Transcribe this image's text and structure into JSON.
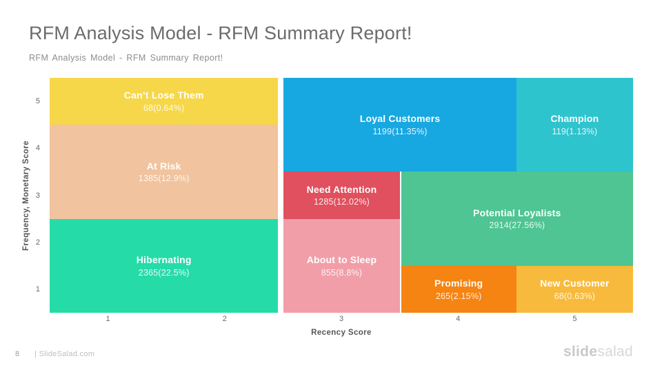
{
  "slide": {
    "title": "RFM Analysis Model - RFM Summary Report!",
    "subtitle": "RFM Analysis Model - RFM Summary Report!",
    "footer": {
      "page_number": "8",
      "site": "| SlideSalad.com"
    },
    "logo": {
      "bold_part": "slide",
      "light_part": "salad"
    }
  },
  "chart_data": {
    "type": "heatmap",
    "subtype": "rfm-segment-treemap",
    "title": "RFM Summary",
    "xlabel": "Recency Score",
    "ylabel": "Frequency, Monetary  Score",
    "x_ticks": [
      "1",
      "2",
      "3",
      "4",
      "5"
    ],
    "y_ticks_top_to_bottom": [
      "5",
      "4",
      "3",
      "2",
      "1"
    ],
    "x_range": [
      1,
      5
    ],
    "y_range": [
      1,
      5
    ],
    "grid": false,
    "legend": false,
    "segments": [
      {
        "name": "Can’t Lose Them",
        "count": 68,
        "percent": 0.64,
        "value_label": "68(0.64%)",
        "recency": [
          1,
          2
        ],
        "frequency": [
          5,
          5
        ],
        "color": "#F6D74A"
      },
      {
        "name": "At Risk",
        "count": 1385,
        "percent": 12.9,
        "value_label": "1385(12.9%)",
        "recency": [
          1,
          2
        ],
        "frequency": [
          3,
          4
        ],
        "color": "#F1C39E"
      },
      {
        "name": "Hibernating",
        "count": 2365,
        "percent": 22.5,
        "value_label": "2365(22.5%)",
        "recency": [
          1,
          2
        ],
        "frequency": [
          1,
          2
        ],
        "color": "#25DCA9"
      },
      {
        "name": "Loyal Customers",
        "count": 1199,
        "percent": 11.35,
        "value_label": "1199(11.35%)",
        "recency": [
          3,
          4
        ],
        "frequency": [
          4,
          5
        ],
        "color": "#17A8E2"
      },
      {
        "name": "Champion",
        "count": 119,
        "percent": 1.13,
        "value_label": "119(1.13%)",
        "recency": [
          5,
          5
        ],
        "frequency": [
          4,
          5
        ],
        "color": "#2EC4CE"
      },
      {
        "name": "Need Attention",
        "count": 1285,
        "percent": 12.02,
        "value_label": "1285(12.02%)",
        "recency": [
          3,
          3
        ],
        "frequency": [
          3,
          3
        ],
        "color": "#E0505E"
      },
      {
        "name": "Potential Loyalists",
        "count": 2914,
        "percent": 27.56,
        "value_label": "2914(27.56%)",
        "recency": [
          4,
          5
        ],
        "frequency": [
          2,
          3
        ],
        "color": "#4EC592"
      },
      {
        "name": "About to Sleep",
        "count": 855,
        "percent": 8.8,
        "value_label": "855(8.8%)",
        "recency": [
          3,
          3
        ],
        "frequency": [
          1,
          2
        ],
        "color": "#F19EA9"
      },
      {
        "name": "Promising",
        "count": 265,
        "percent": 2.15,
        "value_label": "265(2.15%)",
        "recency": [
          4,
          4
        ],
        "frequency": [
          1,
          1
        ],
        "color": "#F58413"
      },
      {
        "name": "New Customer",
        "count": 68,
        "percent": 0.63,
        "value_label": "68(0.63%)",
        "recency": [
          5,
          5
        ],
        "frequency": [
          1,
          1
        ],
        "color": "#F8BA3C"
      }
    ]
  }
}
